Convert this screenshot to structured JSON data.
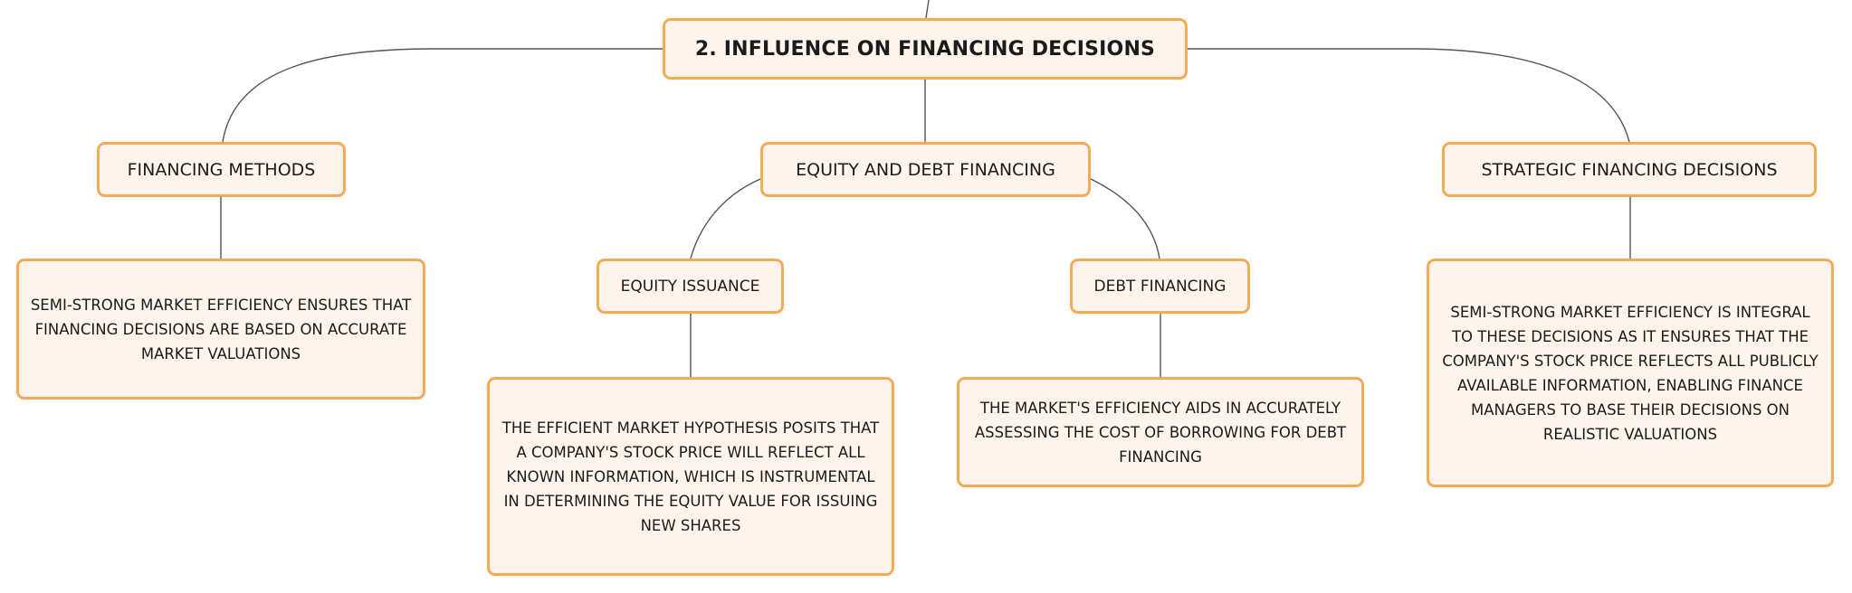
{
  "diagram": {
    "root": {
      "label": "2. INFLUENCE ON FINANCING DECISIONS"
    },
    "branches": {
      "financing_methods": {
        "label": "FINANCING METHODS",
        "description": "SEMI-STRONG MARKET EFFICIENCY ENSURES THAT FINANCING DECISIONS ARE BASED ON ACCURATE MARKET VALUATIONS"
      },
      "equity_and_debt": {
        "label": "EQUITY AND DEBT FINANCING",
        "equity_issuance": {
          "label": "EQUITY ISSUANCE",
          "description": "THE EFFICIENT MARKET HYPOTHESIS POSITS THAT A COMPANY'S STOCK PRICE WILL REFLECT ALL KNOWN INFORMATION, WHICH IS INSTRUMENTAL IN DETERMINING THE EQUITY VALUE FOR ISSUING NEW SHARES"
        },
        "debt_financing": {
          "label": "DEBT FINANCING",
          "description": "THE MARKET'S EFFICIENCY AIDS IN ACCURATELY ASSESSING THE COST OF BORROWING FOR DEBT FINANCING"
        }
      },
      "strategic": {
        "label": "STRATEGIC FINANCING DECISIONS",
        "description": "SEMI-STRONG MARKET EFFICIENCY IS INTEGRAL TO THESE DECISIONS AS IT ENSURES THAT THE COMPANY'S STOCK PRICE REFLECTS ALL PUBLICLY AVAILABLE INFORMATION, ENABLING FINANCE MANAGERS TO BASE THEIR DECISIONS ON REALISTIC VALUATIONS"
      }
    },
    "colors": {
      "node_fill": "#fef4ec",
      "node_border": "#f3ac55",
      "connector": "#555555",
      "text": "#1b1b1b"
    }
  }
}
